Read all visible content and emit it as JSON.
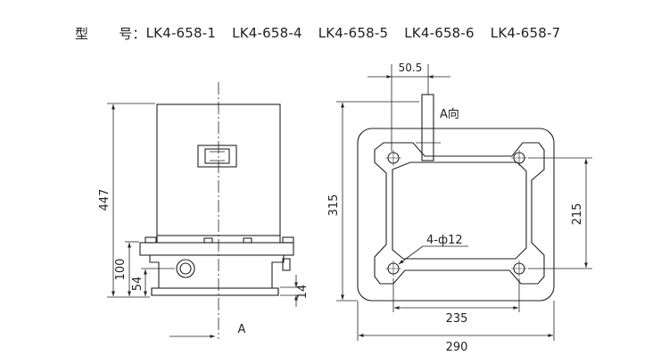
{
  "header": {
    "label_first": "型",
    "label_second": "号：",
    "models": [
      "LK4-658-1",
      "LK4-658-4",
      "LK4-658-5",
      "LK4-658-6",
      "LK4-658-7"
    ]
  },
  "front_view": {
    "dim_total_height": "447",
    "dim_height_100": "100",
    "dim_height_54": "54",
    "dim_height_14": "14",
    "view_arrow_label": "A"
  },
  "top_view": {
    "dim_shaft_offset": "50.5",
    "view_direction_label": "A向",
    "dim_outer_height": "315",
    "dim_hole_vertical": "215",
    "hole_callout": "4-ф12",
    "dim_hole_horizontal": "235",
    "dim_outer_width": "290"
  }
}
